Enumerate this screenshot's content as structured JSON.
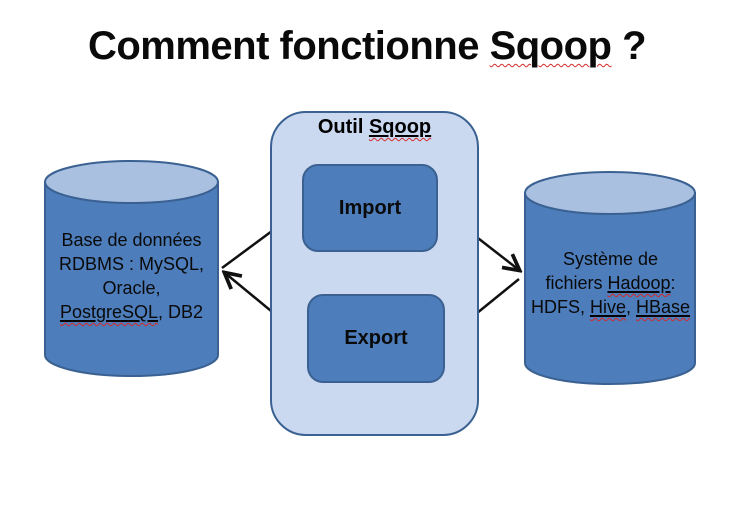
{
  "title": {
    "pre": "Comment fonctionne ",
    "word": "Sqoop",
    "post": " ?"
  },
  "sqoop_tool": {
    "label_pre": "Outil ",
    "label_word": "Sqoop",
    "import_label": "Import",
    "export_label": "Export"
  },
  "rdbms_cylinder": {
    "line1": "Base de données",
    "line2": "RDBMS : MySQL,",
    "line3": "Oracle,",
    "line4_word": "PostgreSQL",
    "line4_post": ", DB2"
  },
  "hadoop_cylinder": {
    "line1": "Système de",
    "line2_pre": "fichiers ",
    "line2_word": "Hadoop",
    "line2_post": ":",
    "line3_pre": "HDFS, ",
    "line3_word1": "Hive",
    "line3_mid": ", ",
    "line3_word2": "HBase"
  },
  "colors": {
    "cylinder_fill": "#4d7dba",
    "cylinder_top_fill": "#a9c0e1",
    "shape_border": "#3a6191",
    "container_fill": "#cbd9f0",
    "inner_box_fill": "#4d7dba",
    "arrow_color": "#111111",
    "misspell_underline": "#d42a2a"
  }
}
